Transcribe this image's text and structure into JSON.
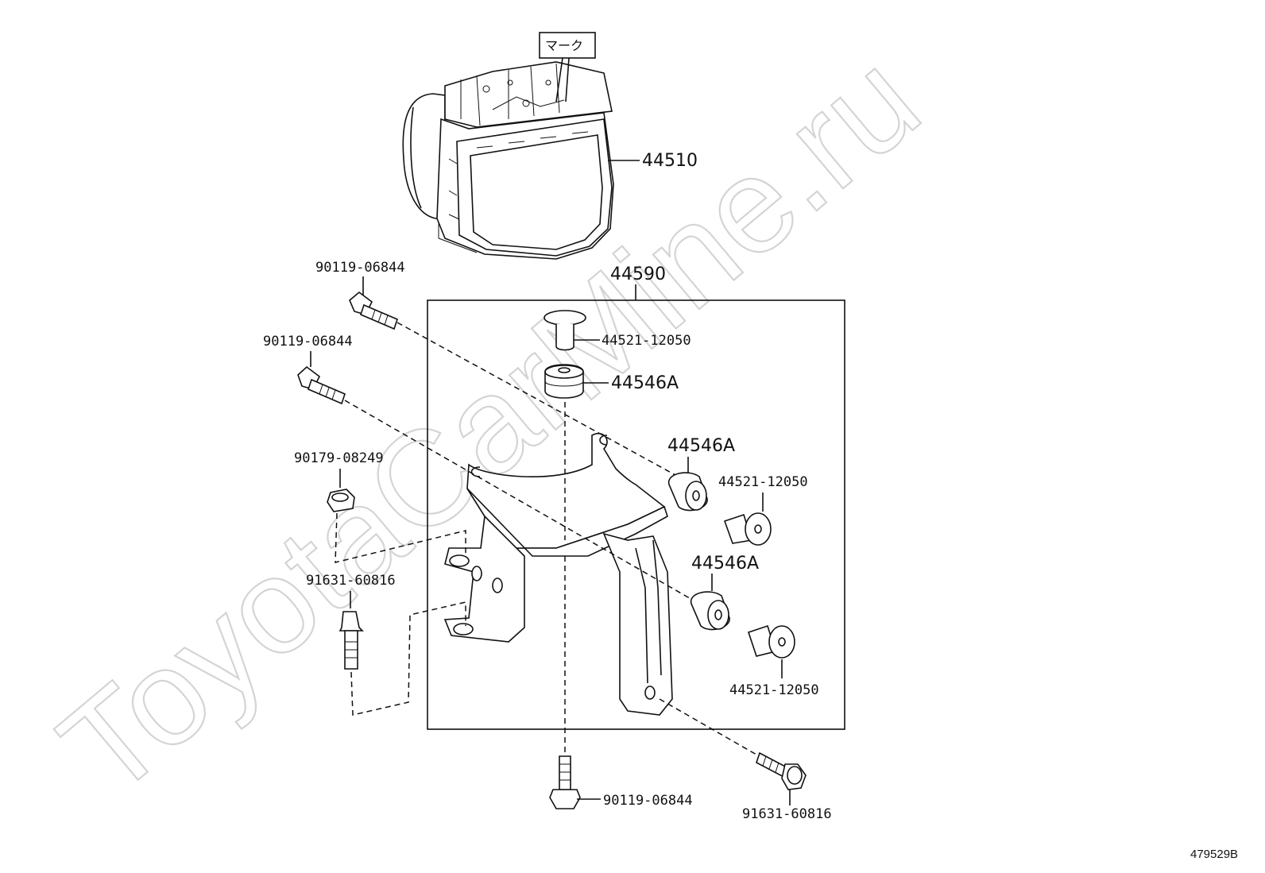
{
  "watermark": "ToyotaCarMine.ru",
  "mark_label": "マーク",
  "ref_number": "479529B",
  "labels": {
    "actuator": "44510",
    "bracket_assy": "44590",
    "bolt_top_left_1": "90119-06844",
    "bolt_top_left_2": "90119-06844",
    "nut_left": "90179-08249",
    "bolt_left": "91631-60816",
    "collar_top": "44521-12050",
    "cushion_top": "44546A",
    "cushion_mid": "44546A",
    "collar_mid": "44521-12050",
    "cushion_low": "44546A",
    "collar_low": "44521-12050",
    "bolt_bottom": "90119-06844",
    "bolt_bottom_right": "91631-60816"
  },
  "icons": {
    "actuator": "abs-actuator-icon",
    "bracket": "bracket-icon",
    "bolt": "bolt-icon",
    "nut": "flange-nut-icon",
    "cushion": "cushion-icon",
    "collar": "collar-icon"
  }
}
